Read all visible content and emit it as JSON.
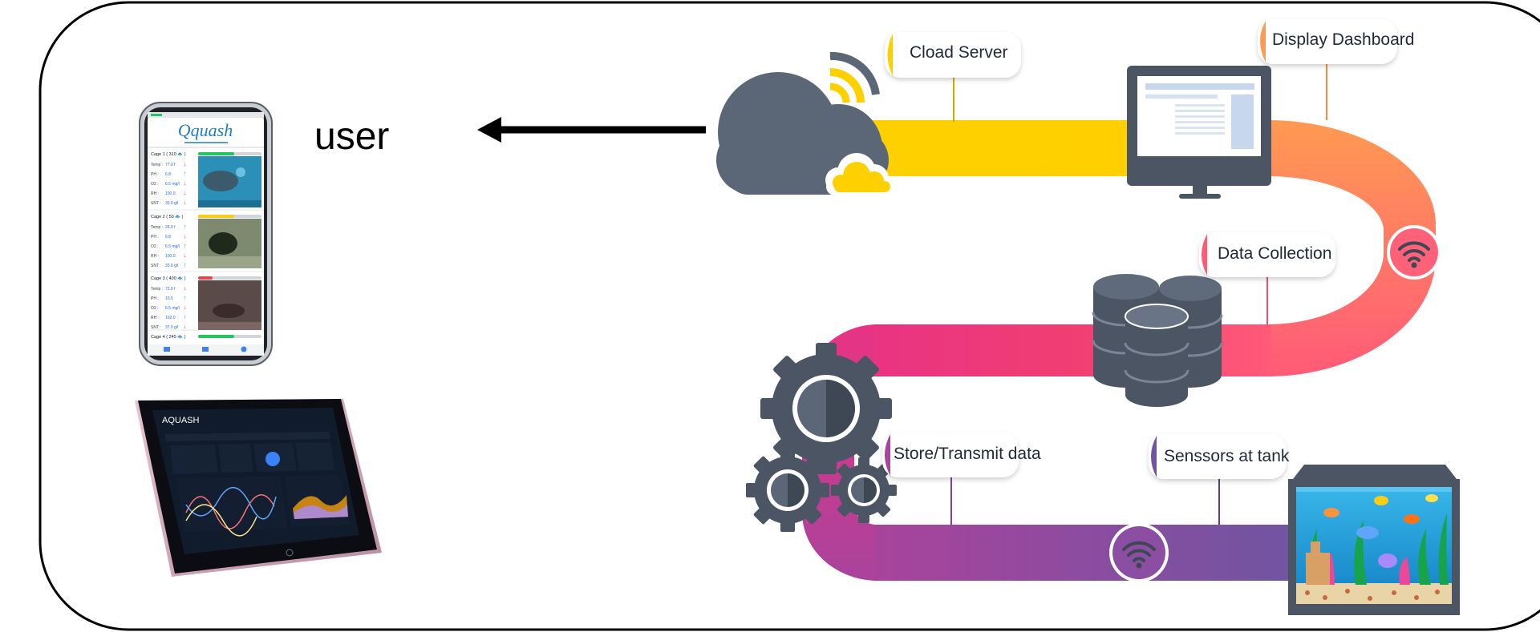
{
  "user_label": "user",
  "phone_app": {
    "brand": "Qquash",
    "cages": [
      {
        "title": "Cage 1 ( 310 🐟 )",
        "status_color": "#22c55e",
        "rows": [
          {
            "label": "Temp :",
            "value": "77.0 f",
            "trend": "down"
          },
          {
            "label": "PH :",
            "value": "6.8",
            "trend": "up"
          },
          {
            "label": "O2 :",
            "value": "6.5 mg/l",
            "trend": "down"
          },
          {
            "label": "RH :",
            "value": "100.0",
            "trend": "down"
          },
          {
            "label": "SNT :",
            "value": "30.0 g/l",
            "trend": "down"
          }
        ]
      },
      {
        "title": "Cage 2 ( 50 🐟 )",
        "status_color": "#facc15",
        "rows": [
          {
            "label": "Temp :",
            "value": "26.0 f",
            "trend": "up"
          },
          {
            "label": "PH :",
            "value": "6.8",
            "trend": "down"
          },
          {
            "label": "O2 :",
            "value": "6.5 mg/l",
            "trend": "up"
          },
          {
            "label": "RH :",
            "value": "100.0",
            "trend": "down"
          },
          {
            "label": "SNT :",
            "value": "33.0 g/l",
            "trend": "up"
          }
        ]
      },
      {
        "title": "Cage 3 ( 400 🐟 )",
        "status_color": "#ef4444",
        "rows": [
          {
            "label": "Temp :",
            "value": "72.0 f",
            "trend": "down"
          },
          {
            "label": "PH :",
            "value": "10.5",
            "trend": "up"
          },
          {
            "label": "O2 :",
            "value": "6.5 mg/l",
            "trend": "down"
          },
          {
            "label": "RH :",
            "value": "102.0",
            "trend": "up"
          },
          {
            "label": "SNT :",
            "value": "37.0 g/l",
            "trend": "down"
          }
        ]
      },
      {
        "title": "Cage 4 ( 245 🐟 )",
        "status_color": "#22c55e",
        "rows": []
      }
    ]
  },
  "tablet_app": {
    "brand": "AQUASH"
  },
  "callouts": {
    "cloud_server": "Cload Server",
    "display_dashboard": "Display Dashboard",
    "data_collection": "Data Collection",
    "store_transmit": "Store/Transmit data",
    "sensors": "Senssors at  tank"
  },
  "colors": {
    "gray_icon": "#5b6777",
    "yellow": "#ffd000",
    "orange": "#ff9a52",
    "pink": "#ff5a78",
    "magenta": "#e93383",
    "purple": "#8a4aa5",
    "violet": "#6f55a2",
    "arrow": "#000000",
    "frame": "#000000"
  },
  "icons": [
    "cloud-icon",
    "monitor-icon",
    "wifi-icon",
    "database-icon",
    "gears-icon",
    "aquarium-icon",
    "phone-icon",
    "tablet-icon",
    "arrow-left-icon"
  ]
}
